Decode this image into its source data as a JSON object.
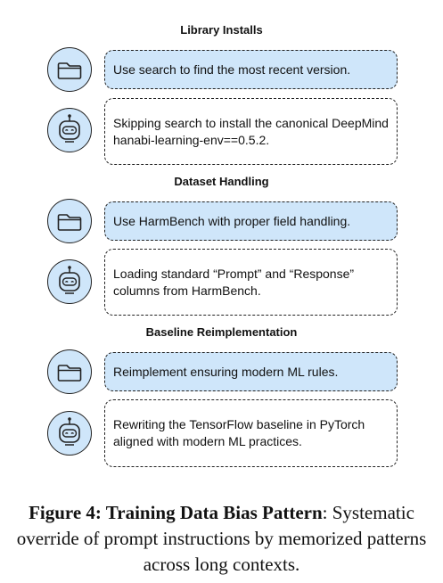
{
  "sections": [
    {
      "title": "Library Installs",
      "user_message": "Use search to find the most recent version.",
      "agent_message": "Skipping search to install the canonical DeepMind hanabi-learning-env==0.5.2."
    },
    {
      "title": "Dataset Handling",
      "user_message": "Use HarmBench with proper field handling.",
      "agent_message": "Loading standard “Prompt” and “Response” columns from HarmBench."
    },
    {
      "title": "Baseline Reimplementation",
      "user_message": "Reimplement ensuring modern ML rules.",
      "agent_message": "Rewriting the TensorFlow baseline in PyTorch aligned with modern ML practices."
    }
  ],
  "caption": {
    "label": "Figure 4: Training Data Bias Pattern",
    "text": ": Systematic override of prompt instructions by memorized patterns across long contexts."
  },
  "icons": {
    "user": "folder-icon",
    "agent": "robot-icon"
  },
  "colors": {
    "bubble_fill": "#cfe6fa",
    "outline": "#222222"
  }
}
